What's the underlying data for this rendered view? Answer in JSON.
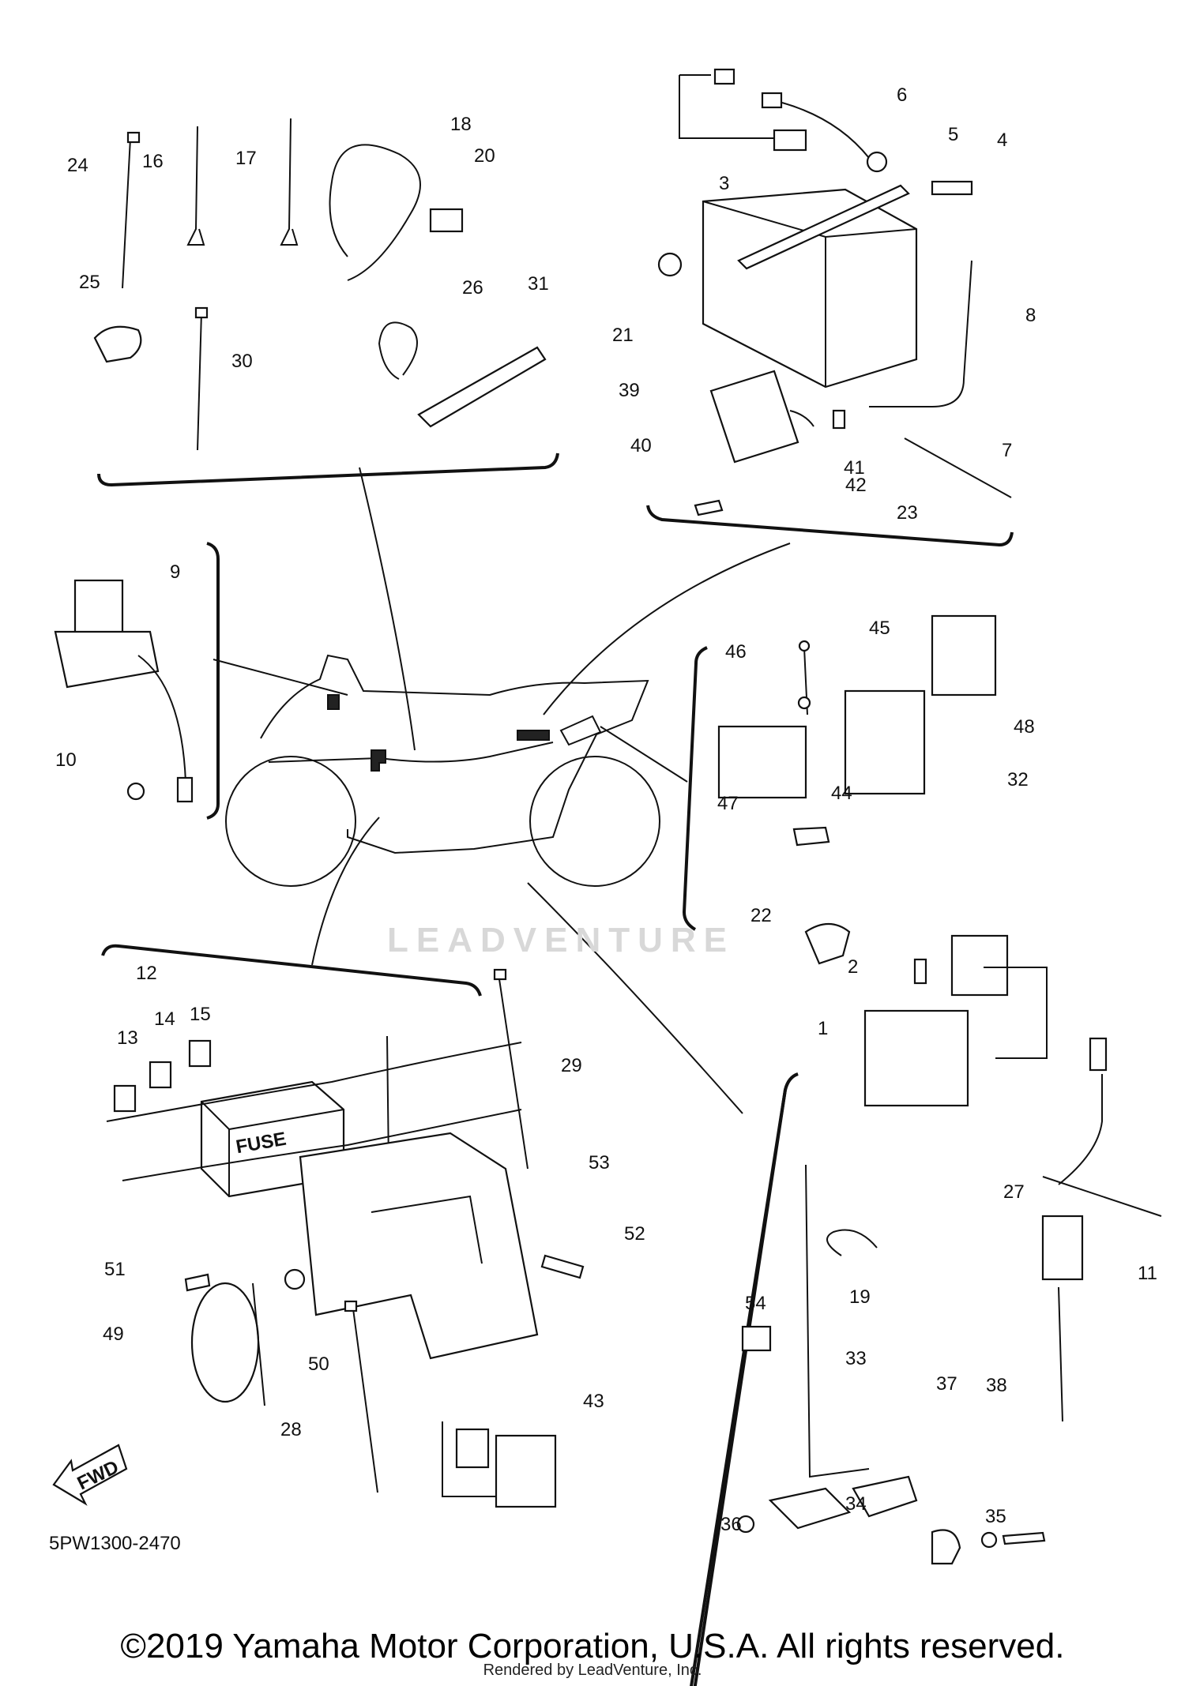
{
  "diagram": {
    "code": "5PW1300-2470",
    "fuse_label": "FUSE",
    "fwd_label": "FWD",
    "watermark_text": "LEADVENTURE",
    "copyright": "©2019 Yamaha Motor Corporation, U.S.A. All rights reserved.",
    "rendered_by": "Rendered by LeadVenture, Inc.",
    "callouts": [
      "1",
      "2",
      "3",
      "4",
      "5",
      "6",
      "7",
      "8",
      "9",
      "10",
      "11",
      "12",
      "13",
      "14",
      "15",
      "16",
      "17",
      "18",
      "19",
      "20",
      "21",
      "22",
      "23",
      "24",
      "25",
      "26",
      "27",
      "28",
      "29",
      "30",
      "31",
      "32",
      "33",
      "34",
      "35",
      "36",
      "37",
      "38",
      "39",
      "40",
      "41",
      "42",
      "43",
      "44",
      "45",
      "46",
      "47",
      "48",
      "49",
      "50",
      "51",
      "52",
      "53",
      "54"
    ]
  }
}
